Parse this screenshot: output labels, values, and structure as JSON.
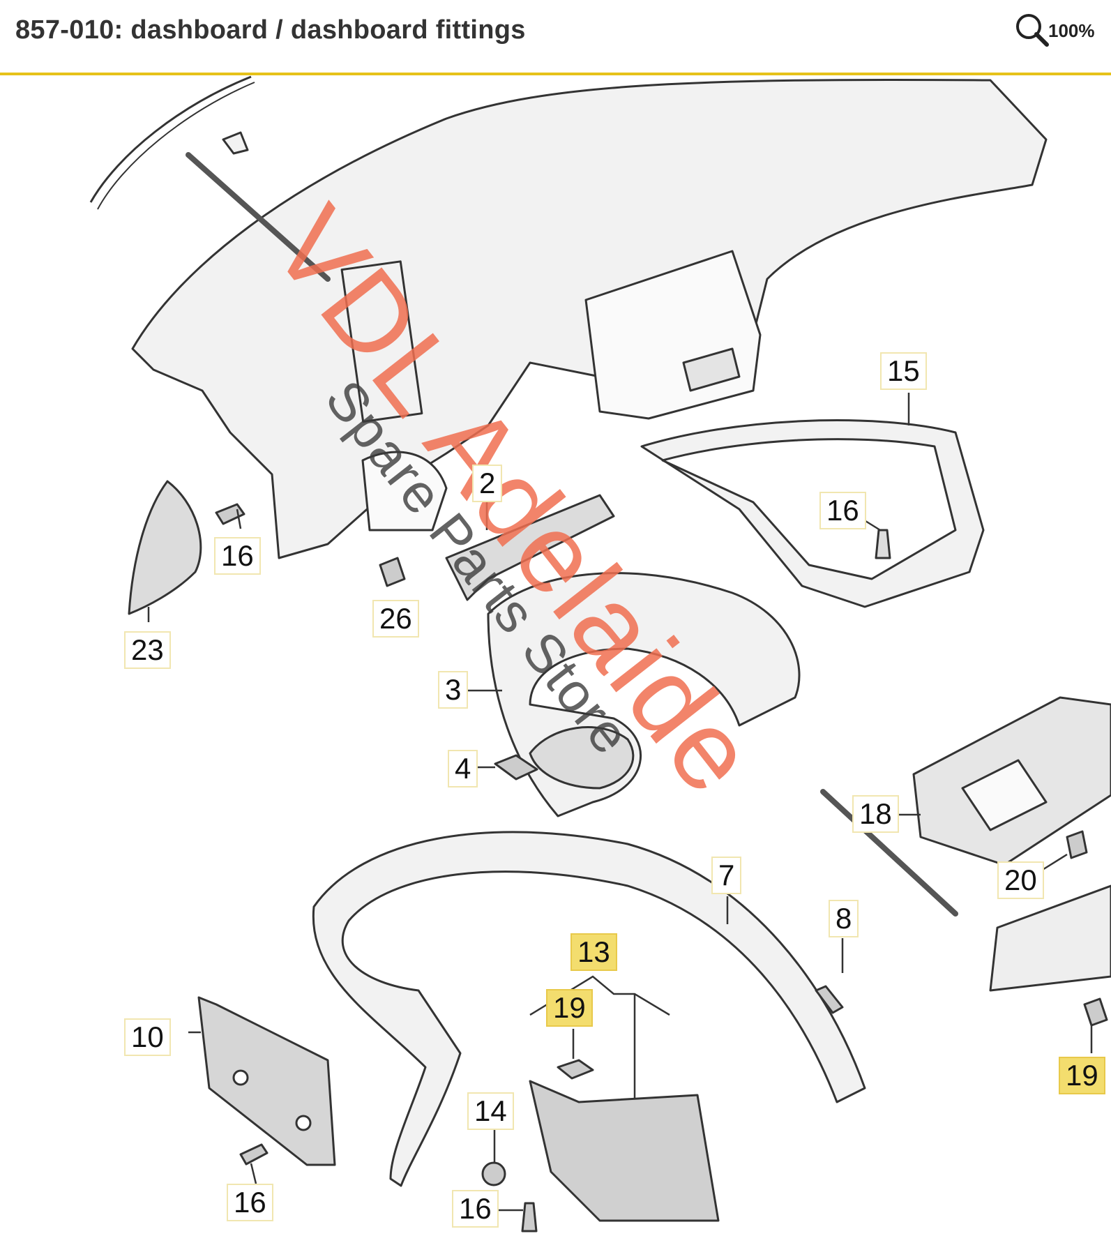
{
  "header": {
    "title": "857-010: dashboard / dashboard fittings",
    "zoom_label": "100%"
  },
  "watermark": {
    "main": "VDL Adelaide",
    "sub": "Spare Parts Store"
  },
  "callouts": [
    {
      "id": "c15",
      "label": "15"
    },
    {
      "id": "c16a",
      "label": "16"
    },
    {
      "id": "c16b",
      "label": "16"
    },
    {
      "id": "c2",
      "label": "2"
    },
    {
      "id": "c26",
      "label": "26"
    },
    {
      "id": "c23",
      "label": "23"
    },
    {
      "id": "c3",
      "label": "3"
    },
    {
      "id": "c4",
      "label": "4"
    },
    {
      "id": "c18",
      "label": "18"
    },
    {
      "id": "c20",
      "label": "20"
    },
    {
      "id": "c7",
      "label": "7"
    },
    {
      "id": "c8",
      "label": "8"
    },
    {
      "id": "c13",
      "label": "13"
    },
    {
      "id": "c19a",
      "label": "19"
    },
    {
      "id": "c19b",
      "label": "19"
    },
    {
      "id": "c10",
      "label": "10"
    },
    {
      "id": "c14",
      "label": "14"
    },
    {
      "id": "c16c",
      "label": "16"
    },
    {
      "id": "c16d",
      "label": "16"
    }
  ],
  "colors": {
    "accent_line": "#e6c21a",
    "highlight": "#f3dd6e",
    "watermark_main": "#f06e50"
  }
}
